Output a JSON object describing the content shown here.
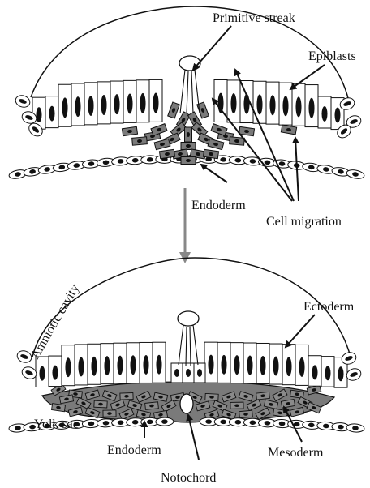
{
  "labels": {
    "primitive_streak": "Primitive streak",
    "epiblasts": "Epiblasts",
    "endoderm_top": "Endoderm",
    "cell_migration": "Cell migration",
    "amniotic_cavity": "Amniotic cavity",
    "ectoderm": "Ectoderm",
    "yolk_sac": "Yolk sac",
    "endoderm_bottom": "Endoderm",
    "mesoderm": "Mesoderm",
    "notochord": "Notochord"
  },
  "colors": {
    "outline": "#111111",
    "cell_fill": "#ffffff",
    "mesoderm_fill": "#7a7a7a",
    "process_arrow": "#888888"
  }
}
